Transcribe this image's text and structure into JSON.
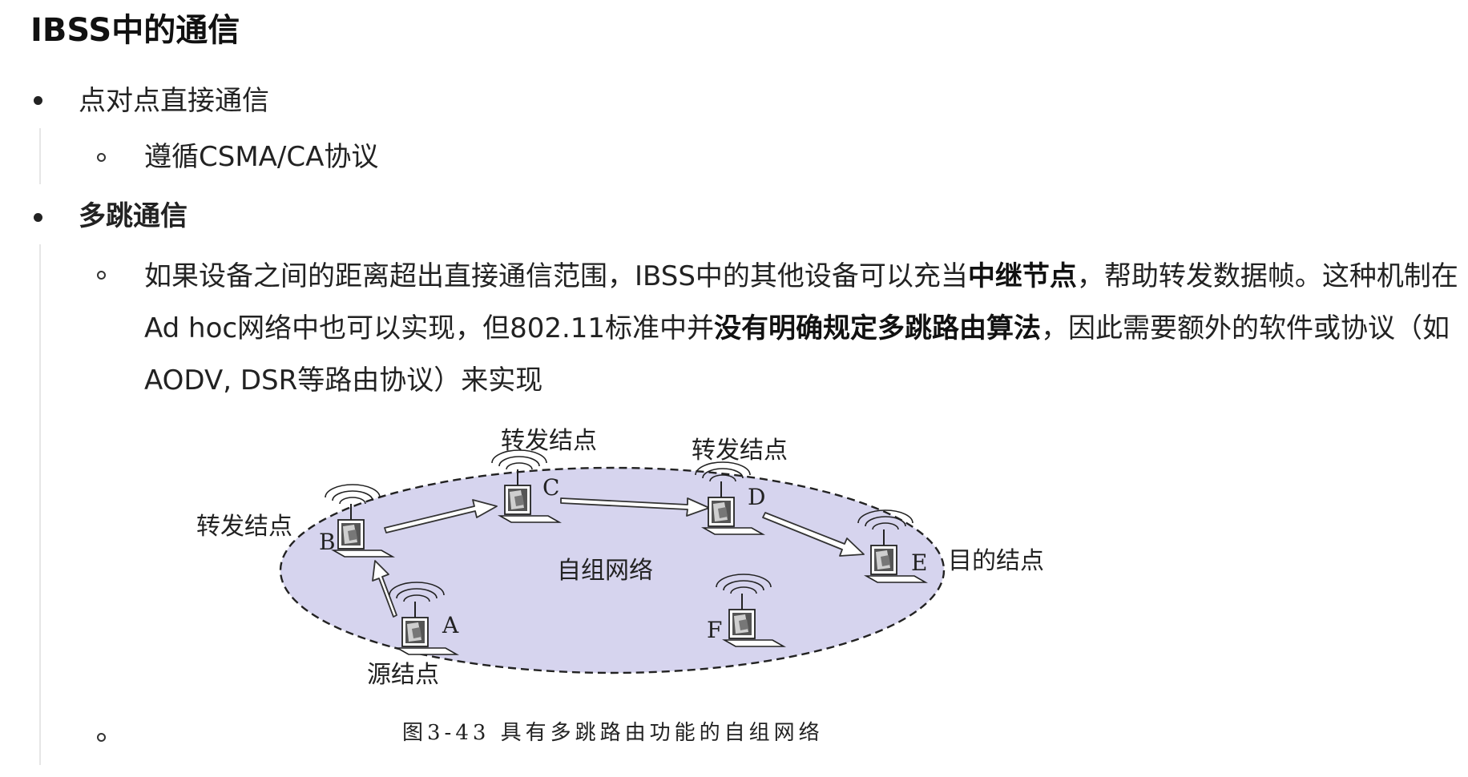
{
  "heading": "IBSS中的通信",
  "items": [
    {
      "text": "点对点直接通信",
      "sub": [
        "遵循CSMA/CA协议"
      ]
    },
    {
      "text": "多跳通信",
      "paragraph": [
        {
          "text": "如果设备之间的距离超出直接通信范围，IBSS中的其他设备可以充当",
          "bold": false
        },
        {
          "text": "中继节点",
          "bold": true
        },
        {
          "text": "，帮助转发数据帧。这种机制在Ad hoc网络中也可以实现，但802.11标准中并",
          "bold": false
        },
        {
          "text": "没有明确规定多跳路由算法",
          "bold": true
        },
        {
          "text": "，因此需要额外的软件或协议（如AODV, DSR等路由协议）来实现",
          "bold": false
        }
      ]
    }
  ],
  "figure": {
    "network_label": "自组网络",
    "caption": "图3-43 具有多跳路由功能的自组网络",
    "nodes": [
      {
        "id": "A",
        "role": "源结点"
      },
      {
        "id": "B",
        "role": "转发结点"
      },
      {
        "id": "C",
        "role": "转发结点"
      },
      {
        "id": "D",
        "role": "转发结点"
      },
      {
        "id": "E",
        "role": "目的结点"
      },
      {
        "id": "F",
        "role": ""
      }
    ],
    "colors": {
      "ellipse_fill": "#d6d4ee",
      "stroke": "#222222"
    }
  }
}
